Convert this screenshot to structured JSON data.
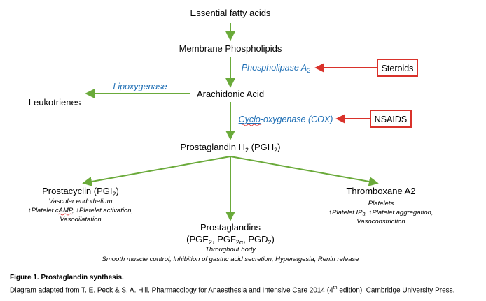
{
  "nodes": {
    "essential_fatty_acids": "Essential fatty acids",
    "membrane_phospholipids": "Membrane Phospholipids",
    "arachidonic_acid": "Arachidonic Acid",
    "leukotrienes": "Leukotrienes",
    "pgh2": "Prostaglandin H",
    "pgh2_sub": "2",
    "pgh2_paren_open": " (PGH",
    "pgh2_paren_sub": "2",
    "pgh2_paren_close": ")",
    "prostacyclin": "Prostacyclin (PGI",
    "prostacyclin_sub": "2",
    "prostacyclin_close": ")",
    "prostacyclin_line1": "Vascular endothelium",
    "prostacyclin_line2a": "↑Platelet ",
    "prostacyclin_line2b": "cAMP",
    "prostacyclin_line2c": ", ↓Platelet activation,",
    "prostacyclin_line3": "Vasodilatation",
    "thromboxane": "Thromboxane A2",
    "thromboxane_line1": "Platelets",
    "thromboxane_line2a": "↑Platelet IP",
    "thromboxane_line2b": "3",
    "thromboxane_line2c": ", ↑Platelet aggregation,",
    "thromboxane_line3": "Vasoconstriction",
    "prostaglandins": "Prostaglandins",
    "pge_a": "(PGE",
    "pge_a_sub": "2",
    "pge_b": ", PGF",
    "pge_b_sub": "2α",
    "pge_c": ", PGD",
    "pge_c_sub": "2",
    "pge_d": ")",
    "prostaglandins_line1": "Throughout body",
    "prostaglandins_line2": "Smooth muscle control, Inhibition of gastric acid secretion, Hyperalgesia, Renin release"
  },
  "enzymes": {
    "phospholipase": "Phospholipase A",
    "phospholipase_sub": "2",
    "lipoxygenase": "Lipoxygenase",
    "cox_a": "Cyclo",
    "cox_b": "-oxygenase (COX)"
  },
  "inhibitors": {
    "steroids": "Steroids",
    "nsaids": "NSAIDS"
  },
  "caption": {
    "title": "Figure 1. Prostaglandin synthesis.",
    "source_a": "Diagram adapted from T. E. Peck & S. A. Hill. Pharmacology for Anaesthesia and Intensive Care 2014 (4",
    "source_sup": "th",
    "source_b": " edition). Cambridge University Press."
  },
  "colors": {
    "arrow_green": "#6aaa3a",
    "inhibit_red": "#d9322b",
    "enzyme_blue": "#1f6fb5"
  }
}
